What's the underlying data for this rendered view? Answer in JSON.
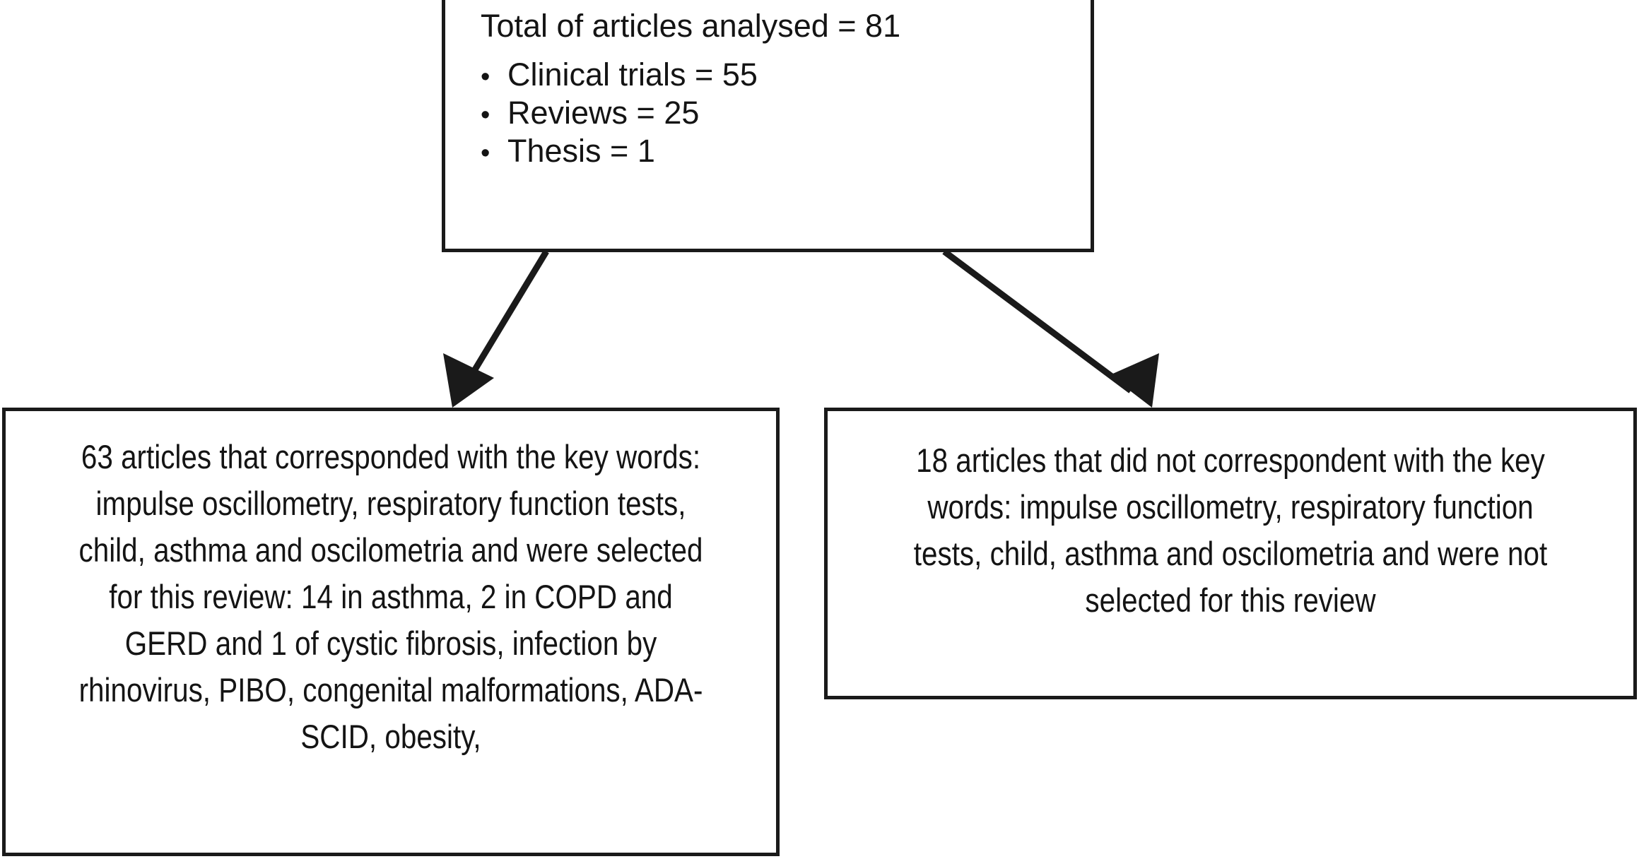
{
  "figure": {
    "type": "flowchart",
    "orientation": "top-down-split",
    "background_color": "#ffffff",
    "line_color": "#1a1a1a"
  },
  "top_box": {
    "heading": "Total of articles analysed = 81",
    "bullet_glyph": "•",
    "bullets": [
      "Clinical trials = 55",
      "Reviews = 25",
      "Thesis = 1"
    ]
  },
  "left_box": {
    "text": "63 articles that corresponded with the key words: impulse oscillometry, respiratory function tests, child, asthma and oscilometria and were selected for this review: 14 in asthma, 2 in COPD and GERD and 1 of cystic fibrosis, infection by rhinovirus, PIBO, congenital malformations, ADA-SCID, obesity,"
  },
  "right_box": {
    "text": "18 articles that did not correspondent with the key words: impulse oscillometry, respiratory function tests, child, asthma and oscilometria and were not selected for this review"
  },
  "connectors": [
    {
      "name": "arrow-to-left-box",
      "from": "top_box",
      "to": "left_box",
      "direction": "down-left"
    },
    {
      "name": "arrow-to-right-box",
      "from": "top_box",
      "to": "right_box",
      "direction": "down-right"
    }
  ]
}
